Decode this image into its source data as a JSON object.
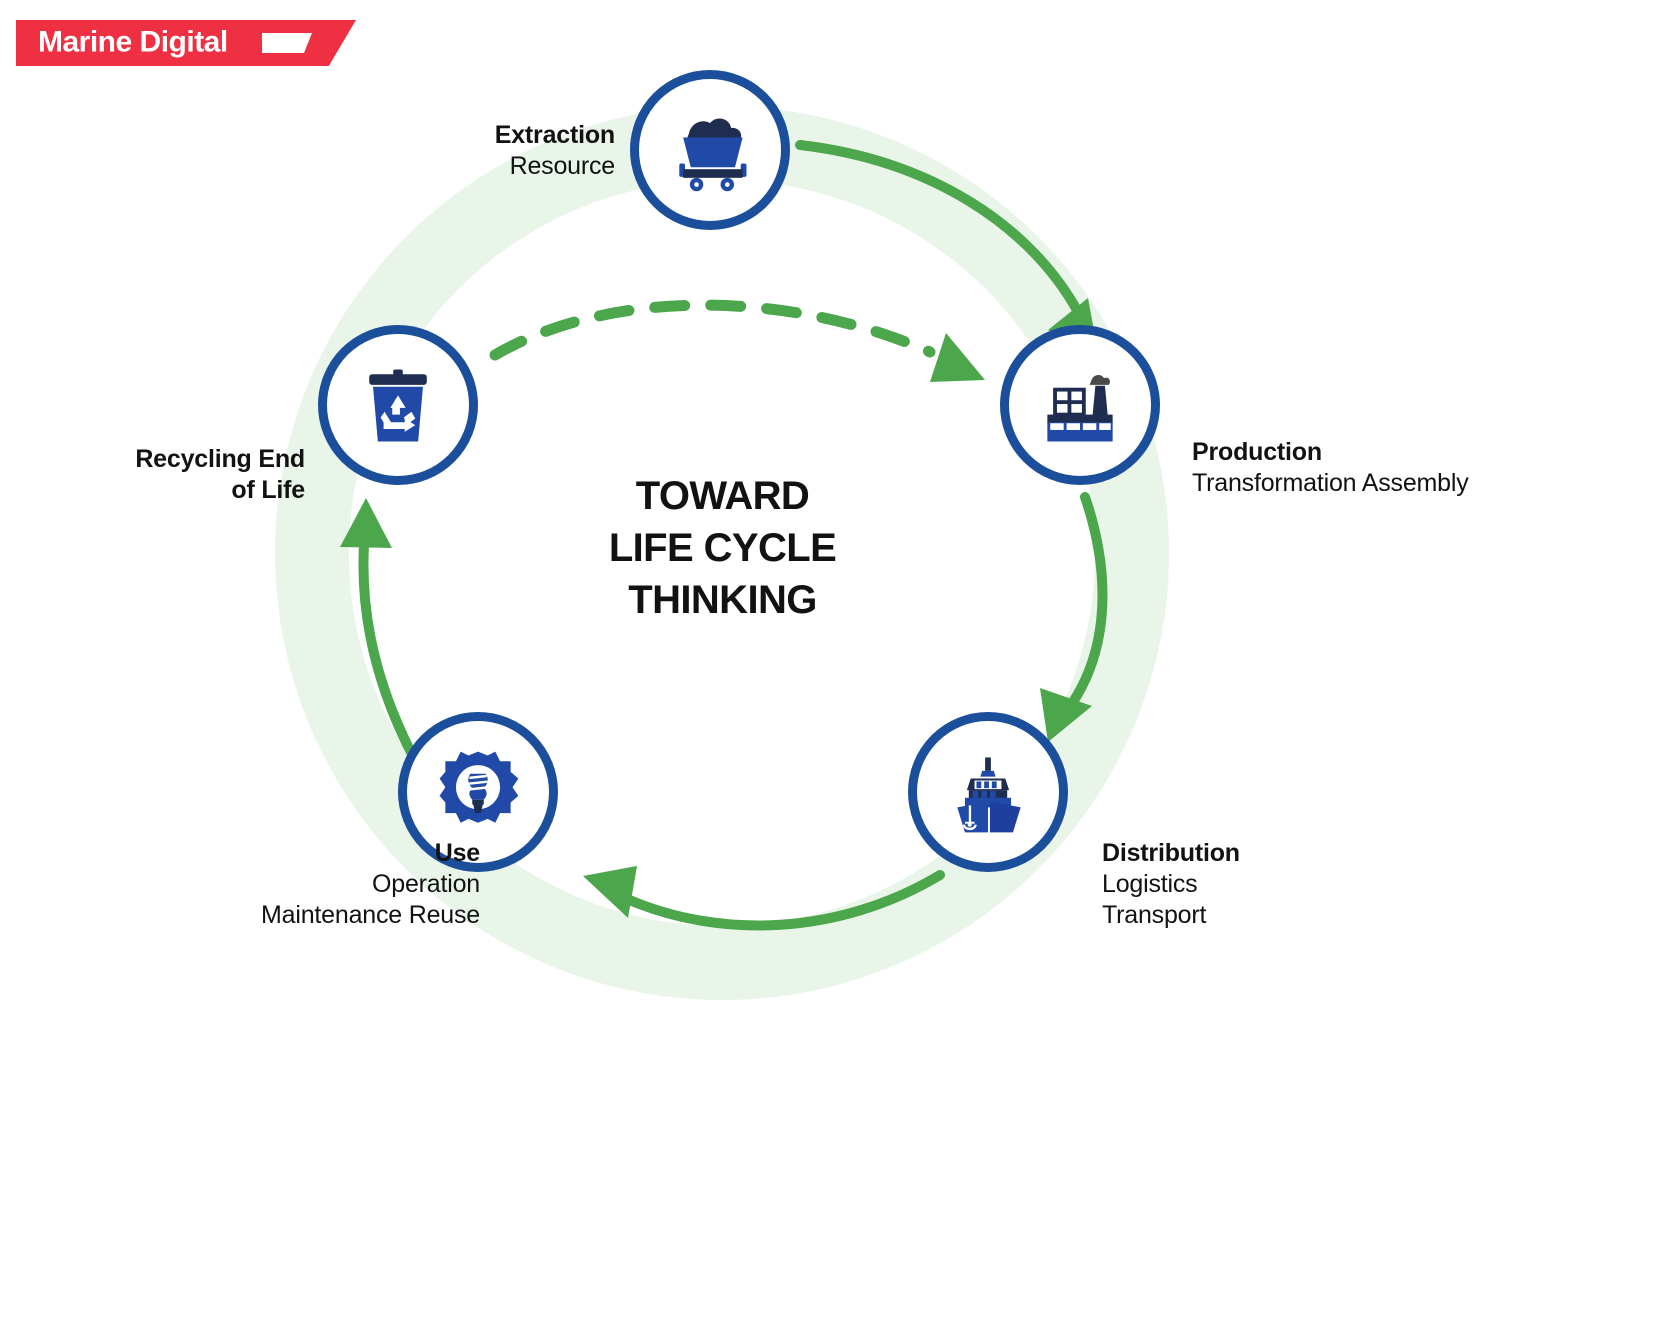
{
  "logo": {
    "text": "Marine Digital",
    "mark": "ship-flag-mark",
    "color": "#EE3042"
  },
  "center": {
    "line1": "TOWARD",
    "line2": "LIFE CYCLE",
    "line3": "THINKING"
  },
  "colors": {
    "node_ring": "#1B4F9C",
    "icon_blue": "#2049A8",
    "icon_dark": "#1F2D50",
    "arrow_green": "#4CA64C",
    "band_green": "#EAF5EA",
    "text": "#121212"
  },
  "nodes": [
    {
      "id": "extraction",
      "title": "Extraction",
      "subtitle": "Resource",
      "icon": "mining-cart-icon"
    },
    {
      "id": "production",
      "title": "Production",
      "subtitle": "Transformation Assembly",
      "icon": "factory-icon"
    },
    {
      "id": "distribution",
      "title": "Distribution",
      "subtitle_line1": "Logistics",
      "subtitle_line2": "Transport",
      "icon": "cargo-ship-icon"
    },
    {
      "id": "use",
      "title": "Use",
      "subtitle_line1": "Operation",
      "subtitle_line2": "Maintenance Reuse",
      "icon": "gear-lightbulb-icon"
    },
    {
      "id": "recycling",
      "title_line1": "Recycling End",
      "title_line2": "of Life",
      "icon": "recycle-bin-icon"
    }
  ],
  "connections": [
    {
      "from": "extraction",
      "to": "production",
      "style": "solid"
    },
    {
      "from": "production",
      "to": "distribution",
      "style": "solid"
    },
    {
      "from": "distribution",
      "to": "use",
      "style": "solid"
    },
    {
      "from": "use",
      "to": "recycling",
      "style": "solid"
    },
    {
      "from": "recycling",
      "to": "production",
      "style": "dashed"
    }
  ]
}
